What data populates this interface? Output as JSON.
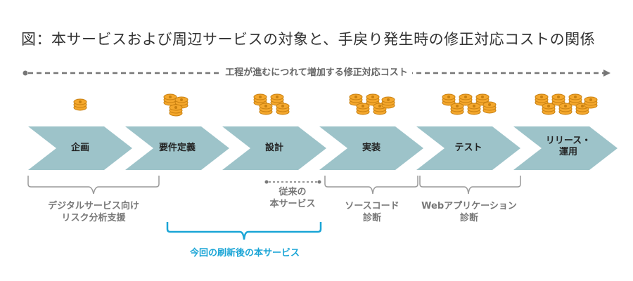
{
  "title": "図：本サービスおよび周辺サービスの対象と、手戻り発生時の修正対応コストの関係",
  "cost_arrow_label": "工程が進むにつれて増加する修正対応コスト",
  "phases": [
    {
      "label": "企画",
      "coins": 1
    },
    {
      "label": "要件定義",
      "coins": 3
    },
    {
      "label": "設計",
      "coins": 4
    },
    {
      "label": "実装",
      "coins": 5
    },
    {
      "label": "テスト",
      "coins": 6
    },
    {
      "label": "リリース・\n運用",
      "coins": 7
    }
  ],
  "notes": {
    "risk_support": "デジタルサービス向け\nリスク分析支援",
    "conventional": "従来の\n本サービス",
    "source_code": "ソースコード\n診断",
    "web_app": "Webアプリケーション\n診断",
    "renewed": "今回の刷新後の本サービス"
  },
  "colors": {
    "arrow": "#9dc3c9",
    "coin": "#f4a72c",
    "coin_dark": "#c77f10",
    "bracket_gray": "#999999",
    "bracket_blue": "#1aa5d6",
    "cost_line": "#777777"
  }
}
